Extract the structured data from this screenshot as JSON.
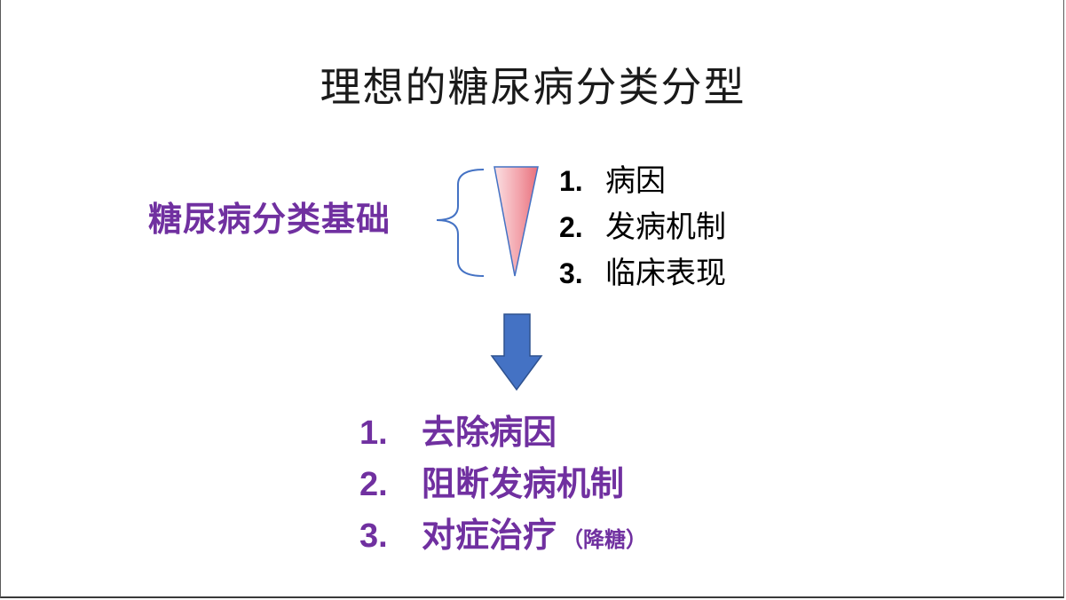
{
  "slide": {
    "title": "理想的糖尿病分类分型",
    "basis_label": "糖尿病分类基础",
    "factors": [
      {
        "num": "1.",
        "text": "病因"
      },
      {
        "num": "2.",
        "text": "发病机制"
      },
      {
        "num": "3.",
        "text": "临床表现"
      }
    ],
    "actions": [
      {
        "num": "1.",
        "text": "去除病因",
        "note": ""
      },
      {
        "num": "2.",
        "text": "阻断发病机制",
        "note": ""
      },
      {
        "num": "3.",
        "text": "对症治疗",
        "note": "（降糖）"
      }
    ]
  },
  "colors": {
    "accent_purple": "#7030a0",
    "bracket_blue": "#4472c4",
    "arrow_fill": "#4472c4",
    "arrow_stroke": "#2f528f",
    "wedge_light": "#fbe0e3",
    "wedge_dark": "#e8707c",
    "wedge_stroke": "#4472c4"
  },
  "icons": {
    "bracket": "curly-brace-icon",
    "wedge": "triangle-wedge-icon",
    "arrow": "down-arrow-icon"
  }
}
